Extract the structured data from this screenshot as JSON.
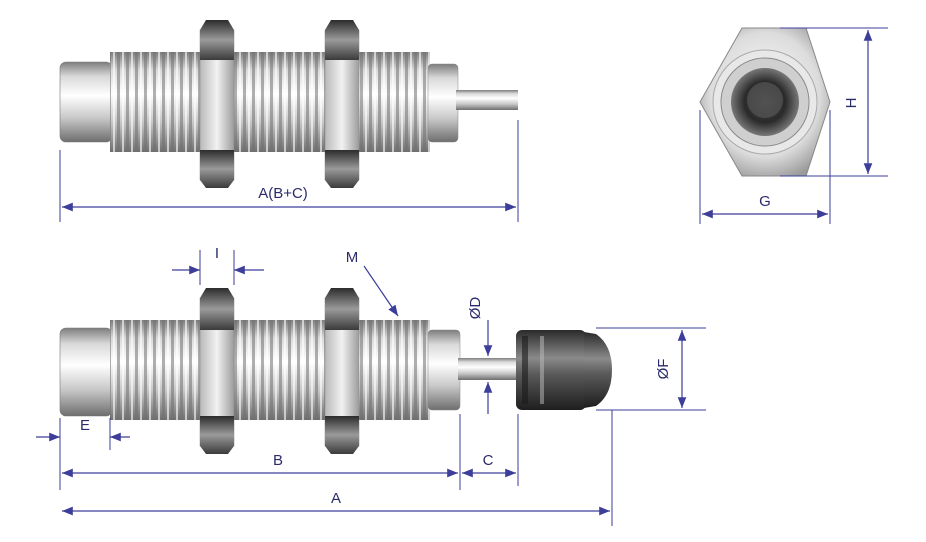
{
  "labels": {
    "overall_top": "A(B+C)",
    "hex_height": "H",
    "hex_width": "G",
    "nut_width": "I",
    "thread": "M",
    "rod_dia": "ØD",
    "cap_dia": "ØF",
    "end_len": "E",
    "body_len": "B",
    "stroke": "C",
    "overall": "A"
  },
  "colors": {
    "dimension_line": "#3d3d9a",
    "steel_light": "#f4f4f4",
    "steel_dark": "#6a6a6a",
    "nut_dark": "#3a3a3a"
  }
}
